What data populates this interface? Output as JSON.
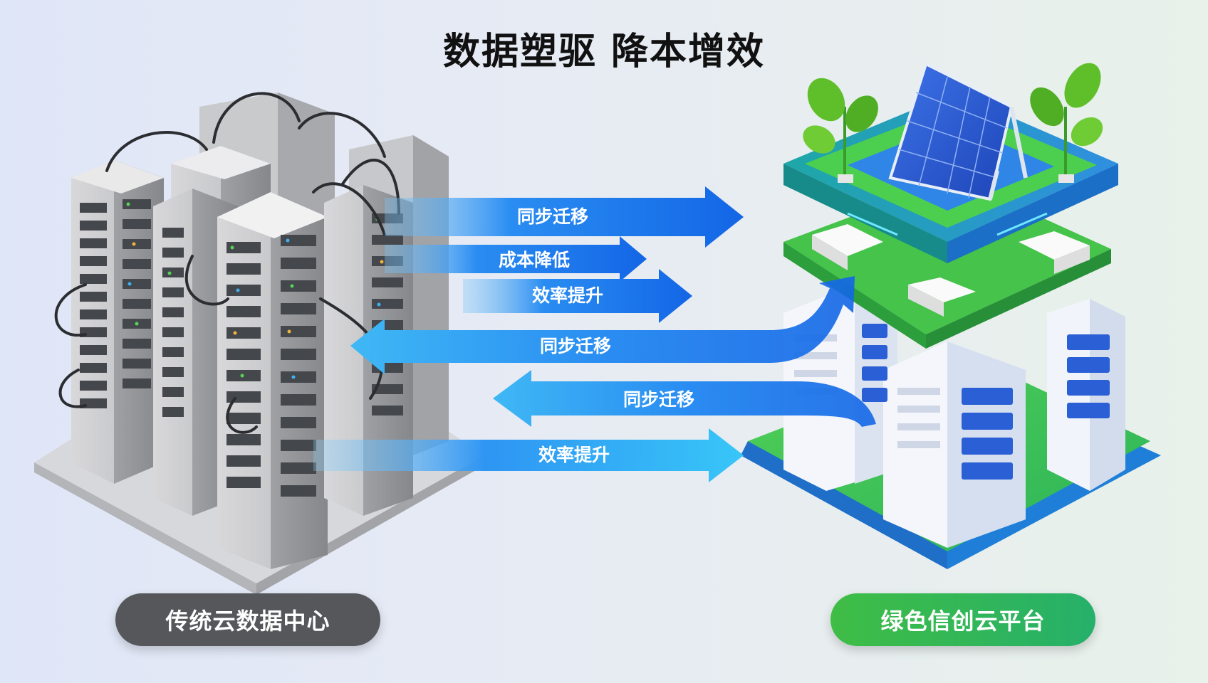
{
  "title": "数据塑驱  降本增效",
  "arrows": [
    {
      "label": "同步迁移",
      "direction": "right"
    },
    {
      "label": "成本降低",
      "direction": "right"
    },
    {
      "label": "效率提升",
      "direction": "right"
    },
    {
      "label": "同步迁移",
      "direction": "left"
    },
    {
      "label": "同步迁移",
      "direction": "left"
    },
    {
      "label": "效率提升",
      "direction": "right"
    }
  ],
  "left_label": "传统云数据中心",
  "right_label": "绿色信创云平台",
  "colors": {
    "arrow_blue": "#1a7cf0",
    "arrow_light": "#3fb8f5",
    "gray_pill": "#55575b",
    "green_pill": "#3fbd45",
    "green_platform": "#3cc24a",
    "teal_platform": "#1ea9a0"
  }
}
